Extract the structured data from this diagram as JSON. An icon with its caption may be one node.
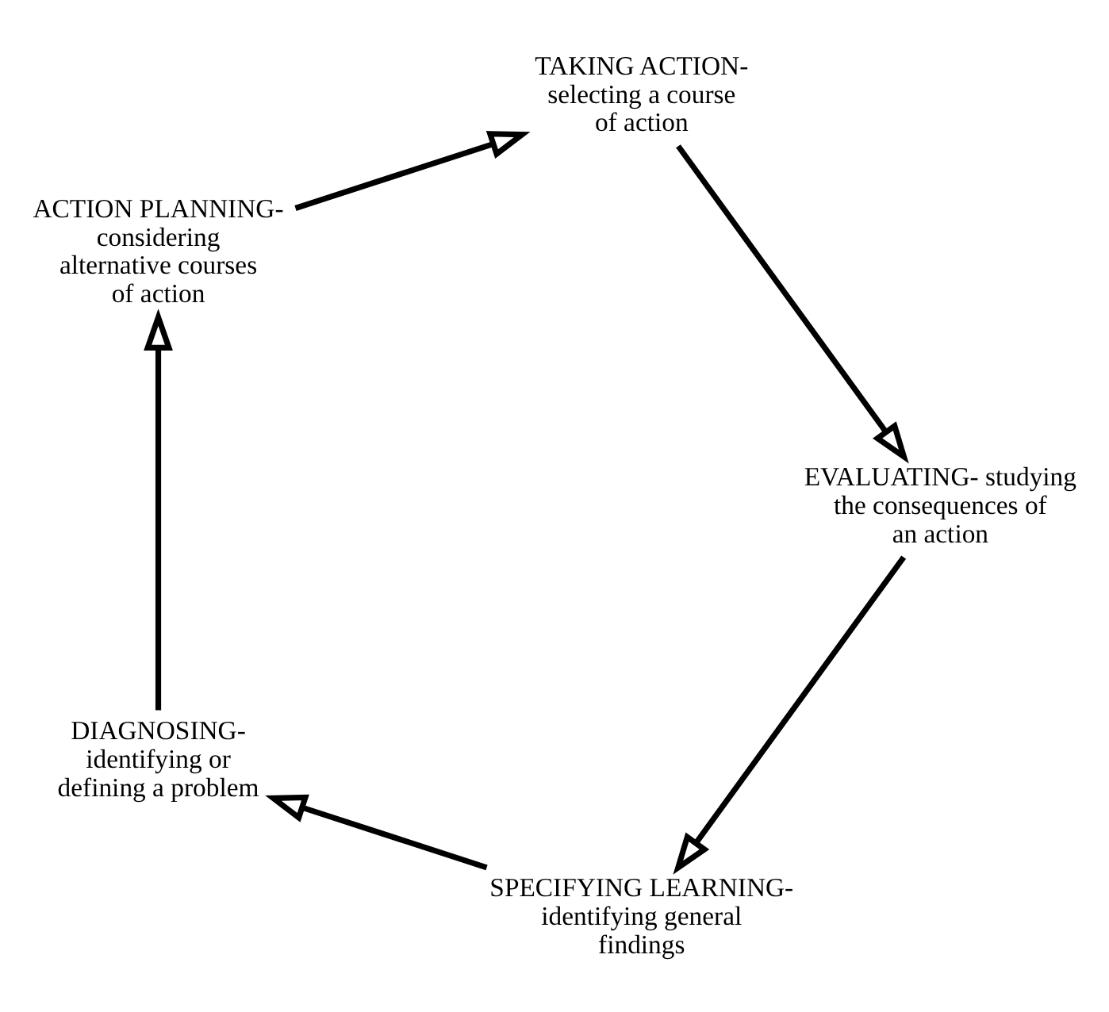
{
  "diagram": {
    "nodes": [
      {
        "text": [
          "SPECIFYING LEARNING- identifying general findings"
        ]
      },
      {
        "text": [
          "DIAGNOSING- identifying or defining a problem"
        ]
      },
      {
        "text": [
          "ACTION PLANNING- considering alternative courses of action"
        ]
      },
      {
        "text": [
          "EVALUATING- studying the consequences of an action"
        ]
      },
      {
        "text": [
          "TAKING ACTION- selecting a course of action"
        ]
      }
    ],
    "edges": [
      {
        "from": 0,
        "to": 1,
        "arrow": "to"
      },
      {
        "from": 1,
        "to": 2,
        "arrow": "to"
      },
      {
        "from": 2,
        "to": 4,
        "arrow": "to"
      },
      {
        "from": 4,
        "to": 3,
        "arrow": "to"
      },
      {
        "from": 3,
        "to": 0,
        "arrow": "to"
      }
    ]
  }
}
